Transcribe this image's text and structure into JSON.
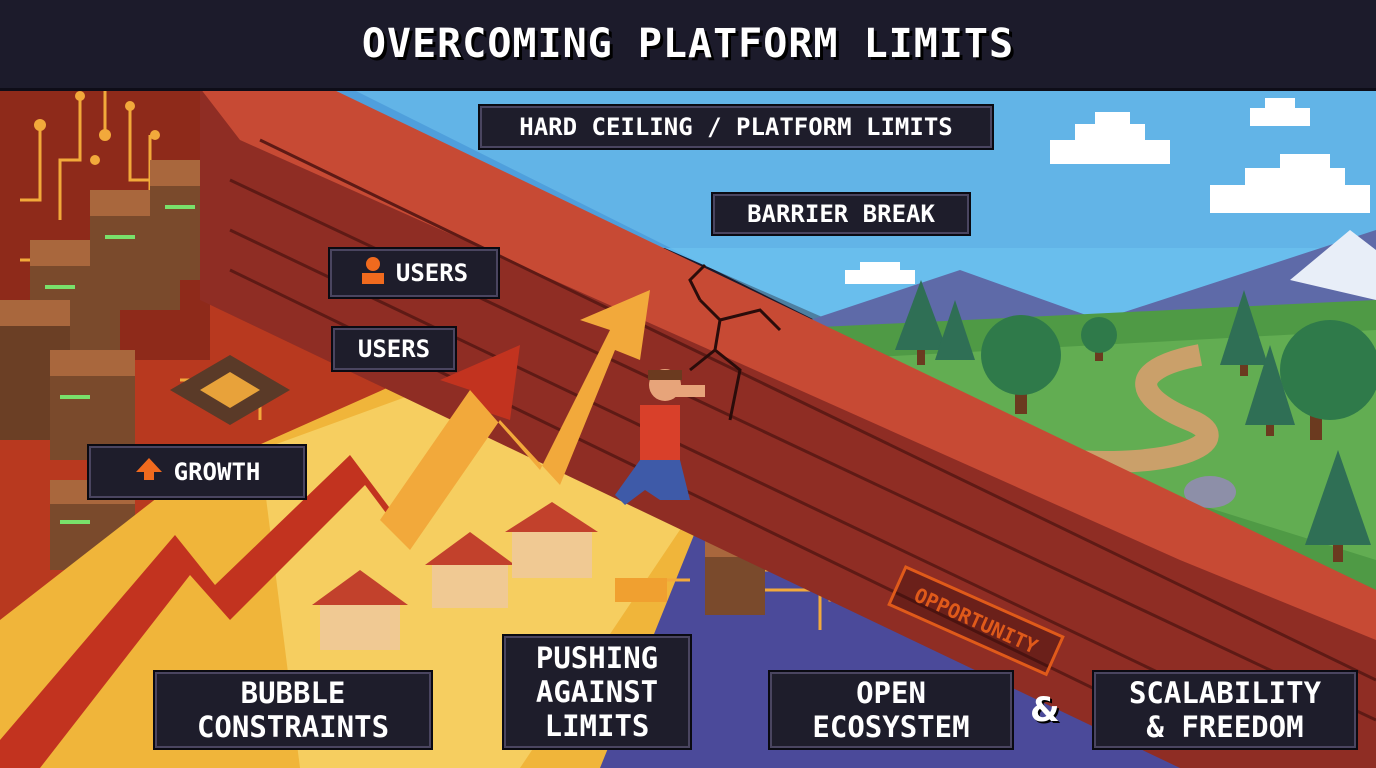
{
  "title": "OVERCOMING PLATFORM LIMITS",
  "labels": {
    "hard_ceiling": "HARD CEILING / PLATFORM LIMITS",
    "barrier_break": "BARRIER BREAK",
    "users_primary": "USERS",
    "users_secondary": "USERS",
    "growth": "GROWTH",
    "opportunity": "OPPORTUNITY",
    "ampersand": "&"
  },
  "captions": {
    "bubble_constraints": [
      "BUBBLE",
      "CONSTRAINTS"
    ],
    "pushing_against_limits": [
      "PUSHING",
      "AGAINST",
      "LIMITS"
    ],
    "open_ecosystem": [
      "OPEN",
      "ECOSYSTEM"
    ],
    "scalability_freedom": [
      "SCALABILITY",
      "& FREEDOM"
    ]
  },
  "icons": {
    "users_icon": "person-icon",
    "growth_icon": "arrow-up-icon"
  },
  "colors": {
    "title_bg": "#1c1b2b",
    "label_bg": "#1e1d2b",
    "accent_orange": "#f06a1e",
    "wall_red": "#8f2d24",
    "sky_blue": "#5fb7ec",
    "meadow_green": "#4f9a45"
  }
}
